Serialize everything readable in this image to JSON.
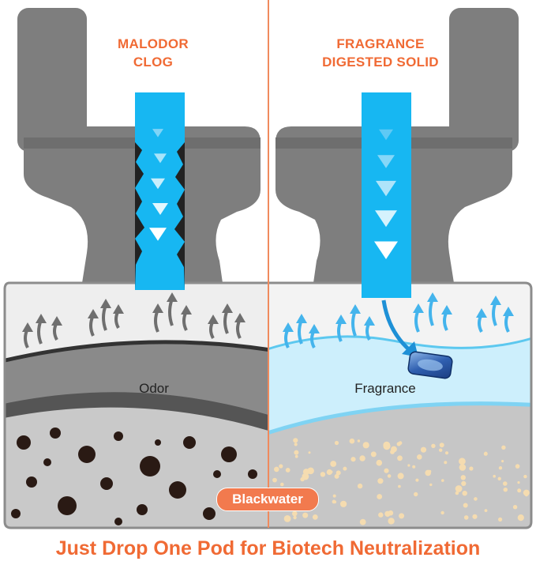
{
  "left_panel": {
    "title_line1": "MALODOR",
    "title_line2": "CLOG",
    "layer_label": "Odor"
  },
  "right_panel": {
    "title_line1": "FRAGRANCE",
    "title_line2": "DIGESTED SOLID",
    "layer_label": "Fragrance"
  },
  "bottom_badge": "Blackwater",
  "footer_text": "Just Drop One Pod for Biotech Neutralization",
  "colors": {
    "accent_orange": "#f06a34",
    "divider": "#f08a5d",
    "badge": "#f27a4e",
    "toilet_gray": "#7e7e7e",
    "pipe_blue": "#17b7f2",
    "odor_gray": "#8a8a8a",
    "fragrance_blue": "#cdeffc",
    "waste_dark": "#2a1a14",
    "waste_light": "#f5dcb0"
  },
  "icons": [
    "toilet-icon",
    "flow-arrow-icon",
    "rising-vapor-arrow-icon",
    "pod-icon"
  ]
}
